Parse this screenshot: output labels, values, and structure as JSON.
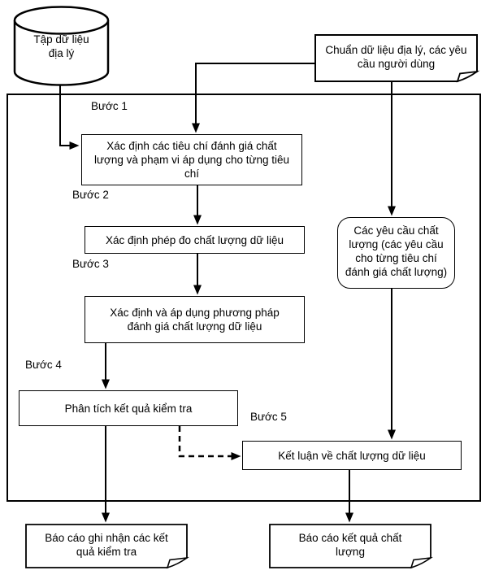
{
  "diagram": {
    "nodes": {
      "geo_dataset": "Tập dữ liệu địa lý",
      "standards": "Chuẩn dữ liệu địa lý, các yêu cầu người dùng",
      "step1": "Xác định các tiêu chí đánh giá chất lượng và phạm vi áp dụng cho từng tiêu chí",
      "step2": "Xác định phép đo chất lượng dữ liệu",
      "step3": "Xác định và áp dụng phương pháp đánh giá chất lượng dữ liệu",
      "step4": "Phân tích kết quả kiểm tra",
      "step5": "Kết luận về chất lượng dữ liệu",
      "quality_requirements": "Các yêu cầu chất lượng (các yêu cầu cho từng tiêu chí đánh giá chất lượng)",
      "report_inspection": "Báo cáo ghi nhận các kết quả kiểm tra",
      "report_quality": "Báo cáo kết quả chất lượng"
    },
    "step_labels": {
      "s1": "Bước 1",
      "s2": "Bước 2",
      "s3": "Bước 3",
      "s4": "Bước 4",
      "s5": "Bước 5"
    },
    "colors": {
      "line": "#000000",
      "fill": "#ffffff",
      "text": "#000000"
    }
  }
}
